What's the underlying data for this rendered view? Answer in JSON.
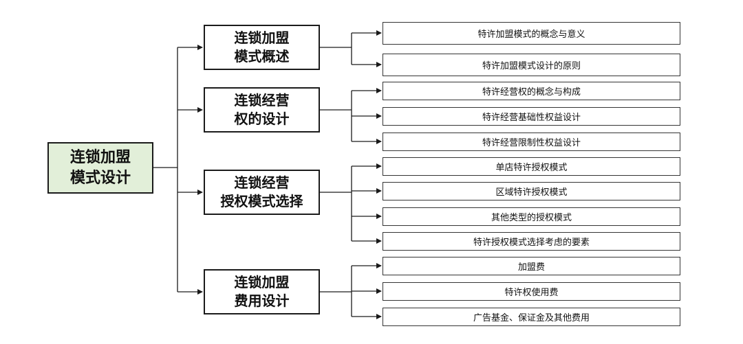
{
  "root": {
    "line1": "连锁加盟",
    "line2": "模式设计"
  },
  "sections": [
    {
      "line1": "连锁加盟",
      "line2": "模式概述",
      "items": [
        "特许加盟模式的概念与意义",
        "特许加盟模式设计的原则"
      ]
    },
    {
      "line1": "连锁经营",
      "line2": "权的设计",
      "items": [
        "特许经营权的概念与构成",
        "特许经营基础性权益设计",
        "特许经营限制性权益设计"
      ]
    },
    {
      "line1": "连锁经营",
      "line2": "授权模式选择",
      "items": [
        "单店特许授权模式",
        "区域特许授权模式",
        "其他类型的授权模式",
        "特许授权模式选择考虑的要素"
      ]
    },
    {
      "line1": "连锁加盟",
      "line2": "费用设计",
      "items": [
        "加盟费",
        "特许权使用费",
        "广告基金、保证金及其他费用"
      ]
    }
  ]
}
